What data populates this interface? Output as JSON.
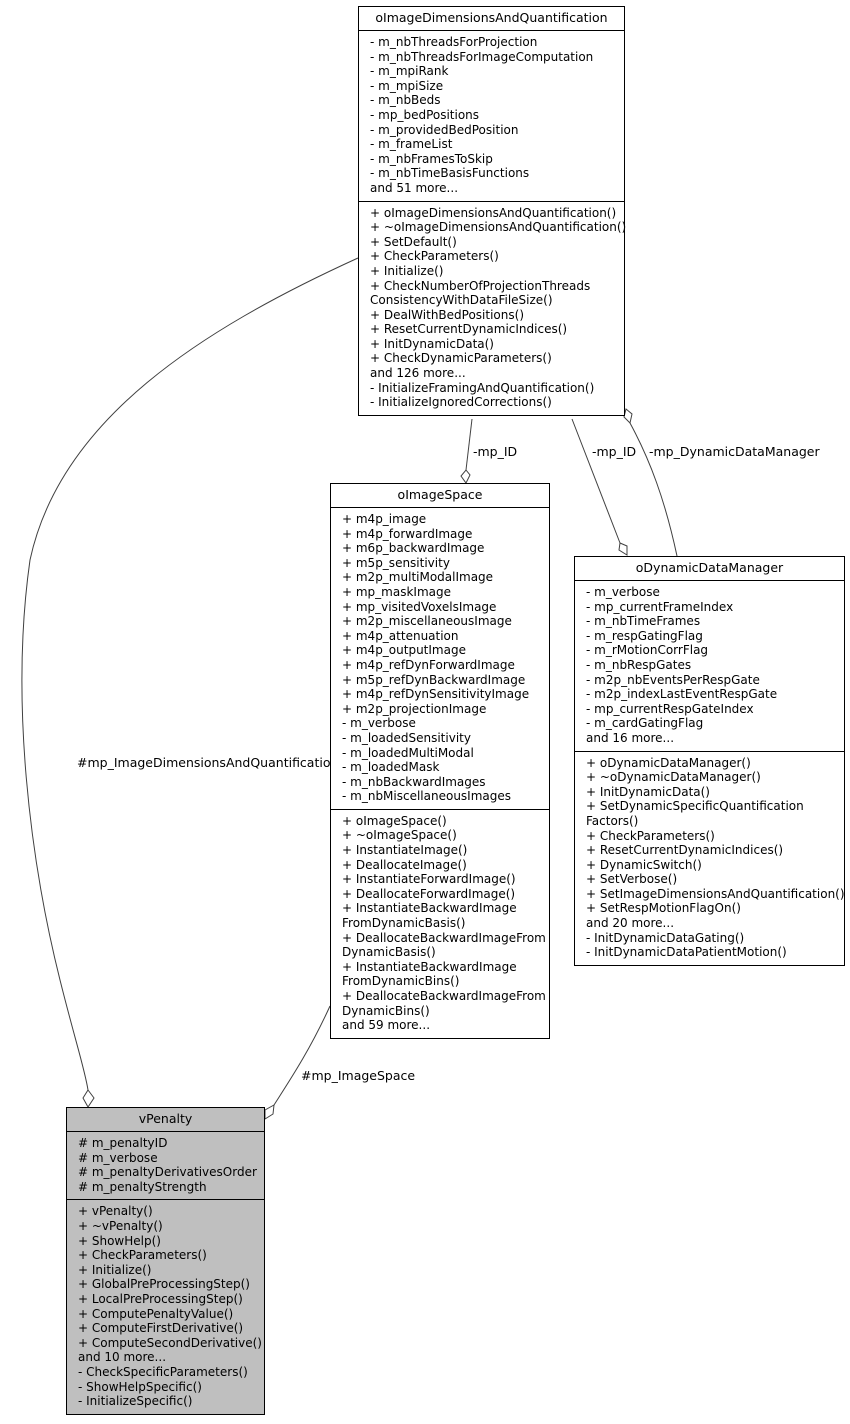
{
  "classes": {
    "dims": {
      "title": "oImageDimensionsAndQuantification",
      "attributes": [
        "- m_nbThreadsForProjection",
        "- m_nbThreadsForImageComputation",
        "- m_mpiRank",
        "- m_mpiSize",
        "- m_nbBeds",
        "- mp_bedPositions",
        "- m_providedBedPosition",
        "- m_frameList",
        "- m_nbFramesToSkip",
        "- m_nbTimeBasisFunctions",
        "and 51 more..."
      ],
      "methods": [
        "+ oImageDimensionsAndQuantification()",
        "+ ~oImageDimensionsAndQuantification()",
        "+ SetDefault()",
        "+ CheckParameters()",
        "+ Initialize()",
        "+ CheckNumberOfProjectionThreads",
        "ConsistencyWithDataFileSize()",
        "+ DealWithBedPositions()",
        "+ ResetCurrentDynamicIndices()",
        "+ InitDynamicData()",
        "+ CheckDynamicParameters()",
        "and 126 more...",
        "- InitializeFramingAndQuantification()",
        "- InitializeIgnoredCorrections()"
      ]
    },
    "space": {
      "title": "oImageSpace",
      "attributes": [
        "+ m4p_image",
        "+ m4p_forwardImage",
        "+ m6p_backwardImage",
        "+ m5p_sensitivity",
        "+ m2p_multiModalImage",
        "+ mp_maskImage",
        "+ mp_visitedVoxelsImage",
        "+ m2p_miscellaneousImage",
        "+ m4p_attenuation",
        "+ m4p_outputImage",
        "+ m4p_refDynForwardImage",
        "+ m5p_refDynBackwardImage",
        "+ m4p_refDynSensitivityImage",
        "+ m2p_projectionImage",
        "- m_verbose",
        "- m_loadedSensitivity",
        "- m_loadedMultiModal",
        "- m_loadedMask",
        "- m_nbBackwardImages",
        "- m_nbMiscellaneousImages"
      ],
      "methods": [
        "+ oImageSpace()",
        "+ ~oImageSpace()",
        "+ InstantiateImage()",
        "+ DeallocateImage()",
        "+ InstantiateForwardImage()",
        "+ DeallocateForwardImage()",
        "+ InstantiateBackwardImage",
        "FromDynamicBasis()",
        "+ DeallocateBackwardImageFrom",
        "DynamicBasis()",
        "+ InstantiateBackwardImage",
        "FromDynamicBins()",
        "+ DeallocateBackwardImageFrom",
        "DynamicBins()",
        "and 59 more..."
      ]
    },
    "dyn": {
      "title": "oDynamicDataManager",
      "attributes": [
        "- m_verbose",
        "- mp_currentFrameIndex",
        "- m_nbTimeFrames",
        "- m_respGatingFlag",
        "- m_rMotionCorrFlag",
        "- m_nbRespGates",
        "- m2p_nbEventsPerRespGate",
        "- m2p_indexLastEventRespGate",
        "- mp_currentRespGateIndex",
        "- m_cardGatingFlag",
        "and 16 more..."
      ],
      "methods": [
        "+ oDynamicDataManager()",
        "+ ~oDynamicDataManager()",
        "+ InitDynamicData()",
        "+ SetDynamicSpecificQuantification",
        "Factors()",
        "+ CheckParameters()",
        "+ ResetCurrentDynamicIndices()",
        "+ DynamicSwitch()",
        "+ SetVerbose()",
        "+ SetImageDimensionsAndQuantification()",
        "+ SetRespMotionFlagOn()",
        "and 20 more...",
        "- InitDynamicDataGating()",
        "- InitDynamicDataPatientMotion()"
      ]
    },
    "penalty": {
      "title": "vPenalty",
      "attributes": [
        "# m_penaltyID",
        "# m_verbose",
        "# m_penaltyDerivativesOrder",
        "# m_penaltyStrength"
      ],
      "methods": [
        "+ vPenalty()",
        "+ ~vPenalty()",
        "+ ShowHelp()",
        "+ CheckParameters()",
        "+ Initialize()",
        "+ GlobalPreProcessingStep()",
        "+ LocalPreProcessingStep()",
        "+ ComputePenaltyValue()",
        "+ ComputeFirstDerivative()",
        "+ ComputeSecondDerivative()",
        "and 10 more...",
        "- CheckSpecificParameters()",
        "- ShowHelpSpecific()",
        "- InitializeSpecific()"
      ]
    }
  },
  "edges": {
    "dims_to_space": "-mp_ID",
    "dims_to_dyn": "-mp_ID",
    "dyn_to_dims": "-mp_DynamicDataManager",
    "dims_to_penalty": "#mp_ImageDimensionsAndQuantification",
    "space_to_penalty": "#mp_ImageSpace"
  },
  "colors": {
    "highlight_class": "#bfbfbf",
    "stroke": "#404040"
  }
}
